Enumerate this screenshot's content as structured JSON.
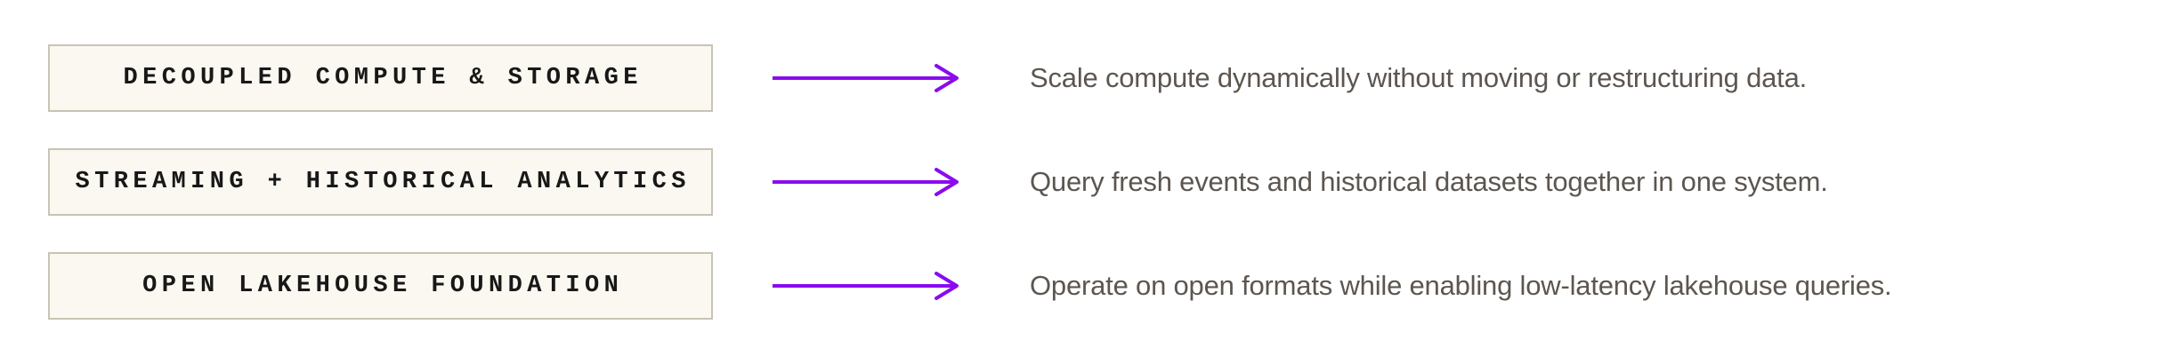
{
  "page": {
    "background": "#ffffff"
  },
  "styles": {
    "arrow_color": "#8a0bef",
    "box_bg": "#faf8f1",
    "box_border": "#c9c3b4",
    "box_text_color": "#181818",
    "description_color": "#5c5650"
  },
  "icons": {
    "row_arrow": {
      "name": "right-arrow-icon",
      "glyph": "→"
    }
  },
  "rows": [
    {
      "box_label": "DECOUPLED COMPUTE & STORAGE",
      "description": "Scale compute dynamically without moving or restructuring data."
    },
    {
      "box_label": "STREAMING + HISTORICAL ANALYTICS",
      "description": "Query fresh events and historical datasets together in one system."
    },
    {
      "box_label": "OPEN LAKEHOUSE FOUNDATION",
      "description": "Operate on open formats while enabling low-latency lakehouse queries."
    }
  ]
}
